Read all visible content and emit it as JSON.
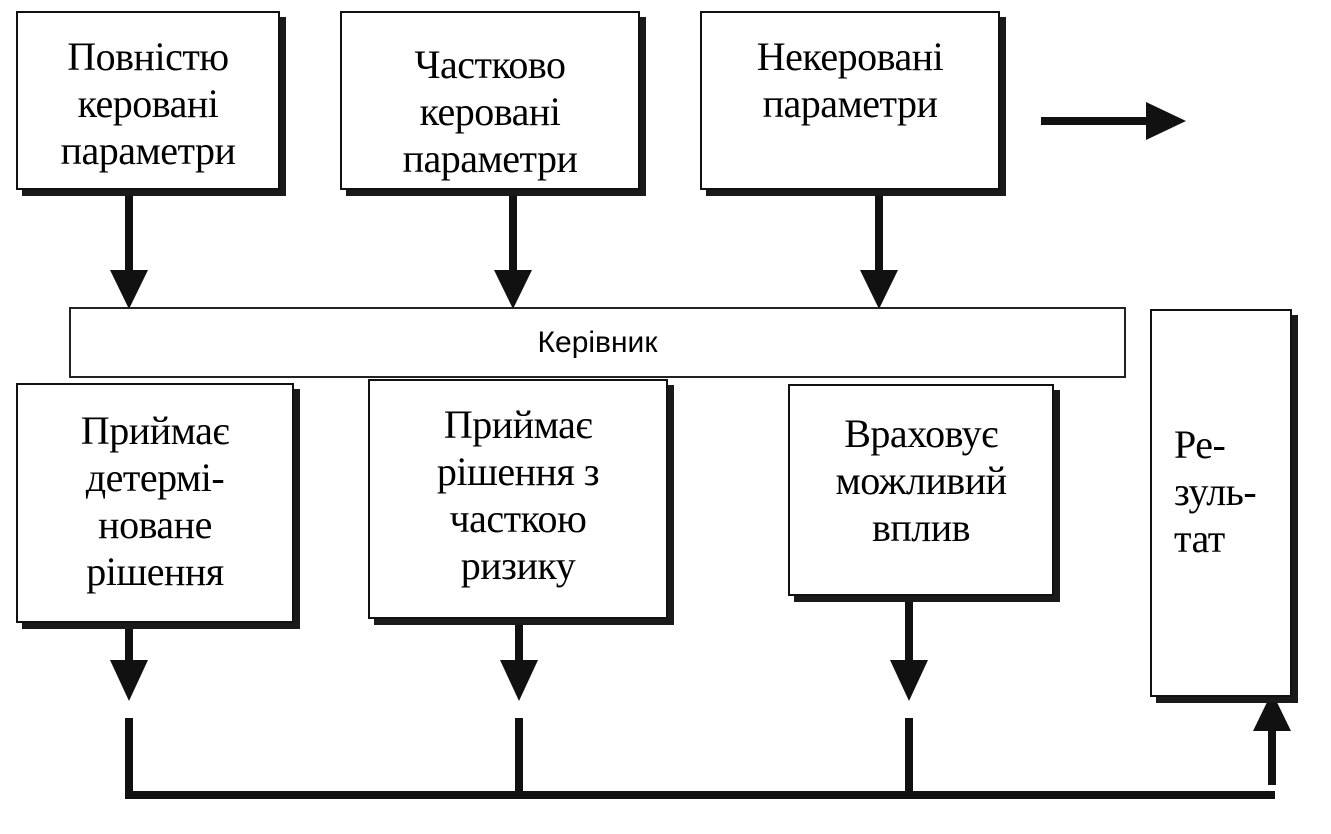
{
  "boxes": {
    "fully_controlled": [
      "Повністю",
      "керовані",
      "параметри"
    ],
    "partially_controlled": [
      "Частково",
      "керовані",
      "параметри"
    ],
    "uncontrolled": [
      "Некеровані",
      "параметри"
    ],
    "manager": "Керівник",
    "deterministic": [
      "Приймає",
      "детермі-",
      "новане",
      "рішення"
    ],
    "risk_share": [
      "Приймає",
      "рішення з",
      "часткою",
      "ризику"
    ],
    "possible_impact": [
      "Враховує",
      "можливий",
      "вплив"
    ],
    "result": [
      "Ре-",
      "зуль-",
      "тат"
    ]
  },
  "colors": {
    "line": "#111111",
    "box_border": "#111111",
    "shadow": "#1a1a1a",
    "background": "#ffffff"
  }
}
